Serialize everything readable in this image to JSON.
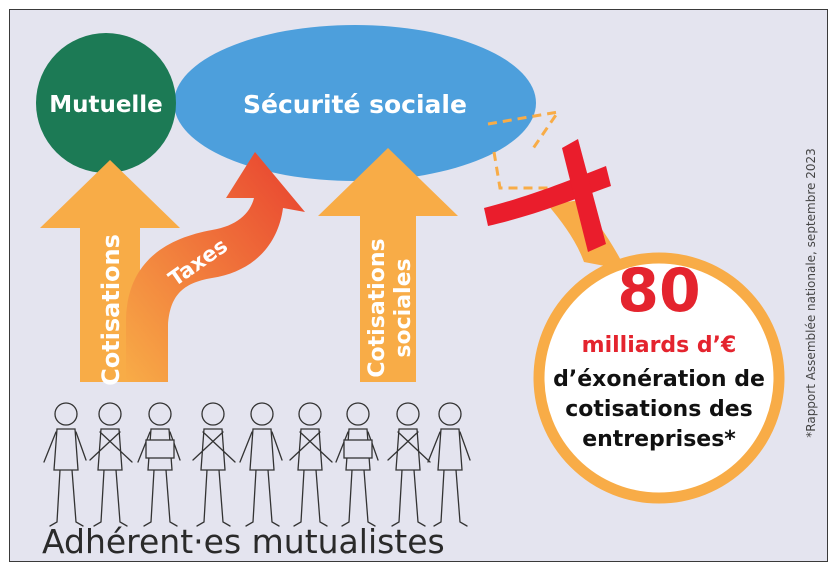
{
  "nodes": {
    "mutuelle": "Mutuelle",
    "securite_sociale": "Sécurité sociale"
  },
  "arrows": {
    "cotisations": "Cotisations",
    "taxes": "Taxes",
    "cotisations_sociales_line1": "Cotisations",
    "cotisations_sociales_line2": "sociales"
  },
  "callout": {
    "amount": "80",
    "unit": "milliards d’€",
    "line1": "d’éxonération de",
    "line2": "cotisations des",
    "line3": "entreprises*"
  },
  "footer": {
    "members_label": "Adhérent·es mutualistes"
  },
  "source_note": "*Rapport Assemblée nationale, septembre 2023",
  "colors": {
    "background": "#e4e4ef",
    "mutuelle_green": "#1c7a55",
    "secu_blue": "#4d9fdc",
    "arrow_orange": "#f8ac47",
    "taxes_red": "#e8402f",
    "cross_red": "#ea1d2c",
    "amount_red": "#e4242e"
  }
}
